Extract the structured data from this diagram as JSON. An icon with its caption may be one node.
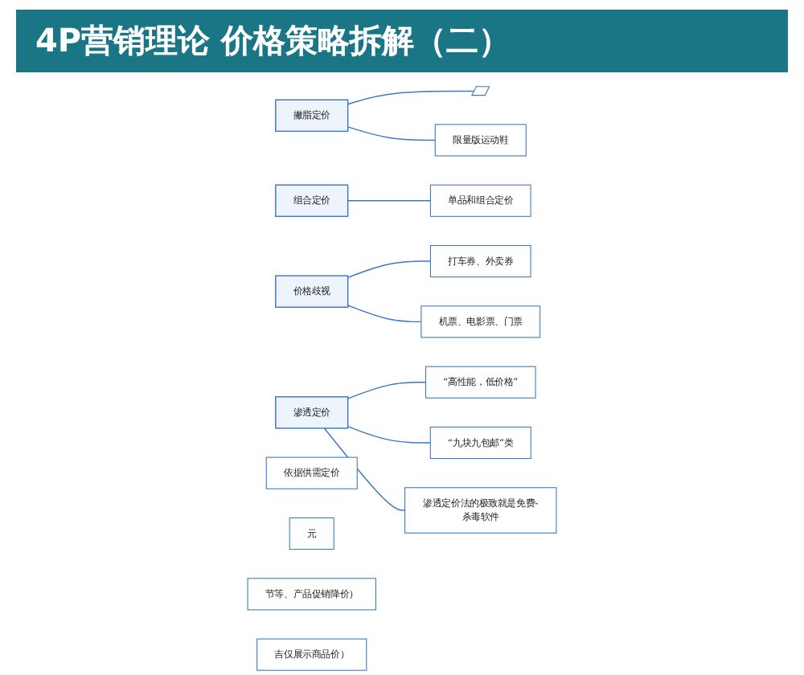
{
  "diagram": {
    "title": "4P营销理论 价格策略拆解（二）",
    "nodes": [
      {
        "text": [
          "撇脂定价"
        ]
      },
      {
        "text": [],
        "shape": "bar"
      },
      {
        "text": [
          "限量版运动鞋"
        ]
      },
      {
        "text": [
          "组合定价"
        ]
      },
      {
        "text": [
          "单品和组合定价"
        ]
      },
      {
        "text": [
          "价格歧视"
        ]
      },
      {
        "text": [
          "打车券、外卖券"
        ]
      },
      {
        "text": [
          "机票、电影票、门票"
        ]
      },
      {
        "text": [
          "依据供需定价"
        ]
      },
      {
        "text": [
          "元"
        ]
      },
      {
        "text": [
          "节等、产品促销降价）"
        ]
      },
      {
        "text": [
          "吉仅展示商品价）"
        ]
      },
      {
        "text": [
          "渗透定价"
        ]
      },
      {
        "text": [
          "“高性能，低价格”"
        ]
      },
      {
        "text": [
          "“九块九包邮”类"
        ]
      },
      {
        "text": [
          "渗透定价法的极致就是免费-杀毒软件"
        ]
      }
    ],
    "edges": [
      {
        "from": 0,
        "to": 1,
        "arrow": "none"
      },
      {
        "from": 0,
        "to": 2,
        "arrow": "none"
      },
      {
        "from": 3,
        "to": 4,
        "arrow": "none"
      },
      {
        "from": 5,
        "to": 6,
        "arrow": "none"
      },
      {
        "from": 5,
        "to": 7,
        "arrow": "none"
      },
      {
        "from": 12,
        "to": 13,
        "arrow": "none"
      },
      {
        "from": 12,
        "to": 14,
        "arrow": "none"
      },
      {
        "from": 12,
        "to": 15,
        "arrow": "none"
      }
    ]
  }
}
